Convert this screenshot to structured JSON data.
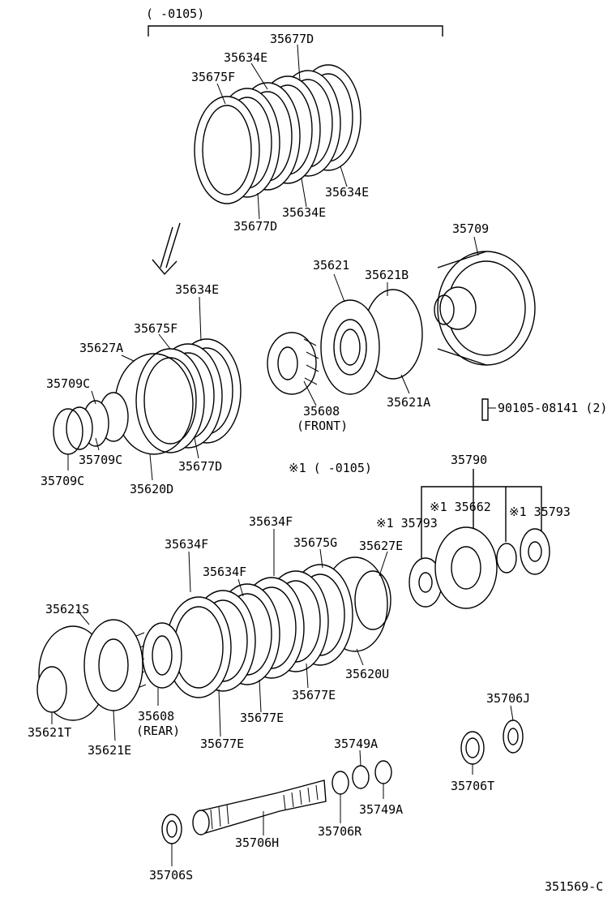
{
  "header": {
    "range_label": "(  -0105)"
  },
  "labels": {
    "p35677D_top": "35677D",
    "p35634E_top": "35634E",
    "p35675F_top": "35675F",
    "p35634E_r1": "35634E",
    "p35634E_r2": "35634E",
    "p35677D_bot": "35677D",
    "p35709": "35709",
    "p35621": "35621",
    "p35621B": "35621B",
    "p35621A": "35621A",
    "p35608_front": "35608",
    "p35608_front_note": "(FRONT)",
    "p90105": "90105-08141 (2)",
    "p35634E_mid": "35634E",
    "p35675F_mid": "35675F",
    "p35627A": "35627A",
    "p35709C_a": "35709C",
    "p35709C_b": "35709C",
    "p35709C_c": "35709C",
    "p35620D": "35620D",
    "p35677D_mid": "35677D",
    "note_range": "※1 (       -0105)",
    "p35790": "35790",
    "p35662": "※1 35662",
    "p35793_l": "※1 35793",
    "p35793_r": "※1 35793",
    "p35634F_a": "35634F",
    "p35634F_b": "35634F",
    "p35634F_c": "35634F",
    "p35675G": "35675G",
    "p35627E": "35627E",
    "p35621S": "35621S",
    "p35620U": "35620U",
    "p35677E_a": "35677E",
    "p35677E_b": "35677E",
    "p35677E_c": "35677E",
    "p35608_rear": "35608",
    "p35608_rear_note": "(REAR)",
    "p35621T": "35621T",
    "p35621E": "35621E",
    "p35706J": "35706J",
    "p35706T": "35706T",
    "p35749A_a": "35749A",
    "p35749A_b": "35749A",
    "p35706H": "35706H",
    "p35706R": "35706R",
    "p35706S": "35706S",
    "diagram_code": "351569-C"
  }
}
